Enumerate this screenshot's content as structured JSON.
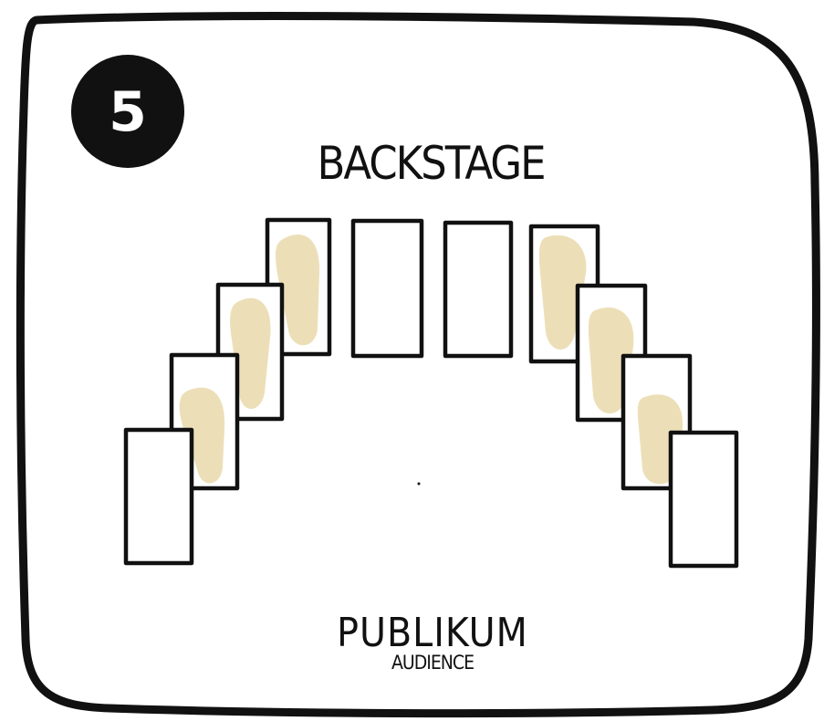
{
  "step_number": "5",
  "top_label": "BACKSTAGE",
  "bottom_label": "PUBLIKUM",
  "bottom_sublabel": "AUDIENCE",
  "colors": {
    "ink": "#111111",
    "highlight": "#ecdfb8",
    "paper": "#ffffff"
  },
  "panels": [
    {
      "id": "left-1",
      "highlighted": false
    },
    {
      "id": "left-2",
      "highlighted": true
    },
    {
      "id": "left-3",
      "highlighted": true
    },
    {
      "id": "left-4",
      "highlighted": true
    },
    {
      "id": "center-left",
      "highlighted": false
    },
    {
      "id": "center-right",
      "highlighted": false
    },
    {
      "id": "right-4",
      "highlighted": true
    },
    {
      "id": "right-3",
      "highlighted": true
    },
    {
      "id": "right-2",
      "highlighted": true
    },
    {
      "id": "right-1",
      "highlighted": false
    }
  ]
}
